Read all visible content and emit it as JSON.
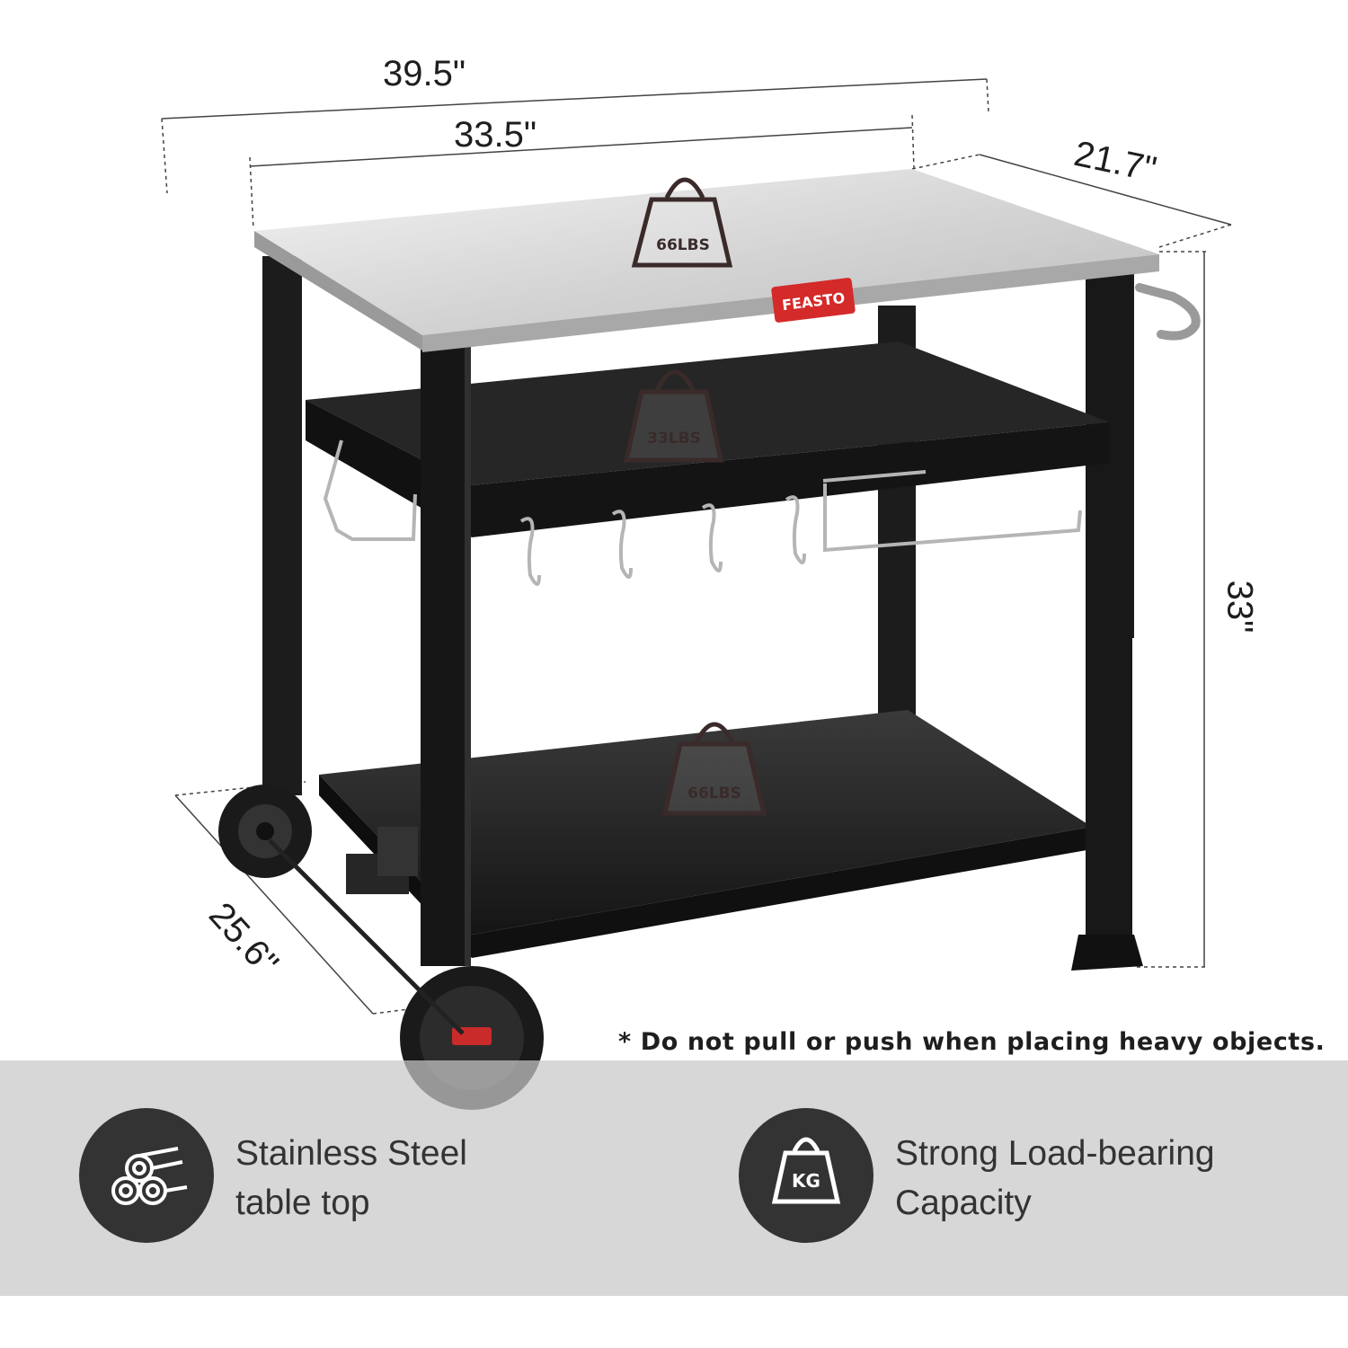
{
  "dimensions": {
    "overall_width": "39.5\"",
    "top_width": "33.5\"",
    "top_depth": "21.7\"",
    "height": "33\"",
    "overall_depth": "25.6\""
  },
  "shelves": {
    "top_load": "66LBS",
    "middle_load": "33LBS",
    "bottom_load": "66LBS"
  },
  "brand": "FEASTO",
  "note": "* Do not pull or push when placing heavy objects.",
  "features": [
    {
      "icon": "steel-rolls-icon",
      "line1": "Stainless Steel",
      "line2": "table top"
    },
    {
      "icon": "kg-weight-icon",
      "icon_text": "KG",
      "line1": "Strong Load-bearing",
      "line2": "Capacity"
    }
  ],
  "colors": {
    "frame": "#1c1c1c",
    "steel_top": "#d8d8d8",
    "brand_red": "#d42a2a",
    "band": "#c8c8c8",
    "icon_circle": "#333333"
  }
}
